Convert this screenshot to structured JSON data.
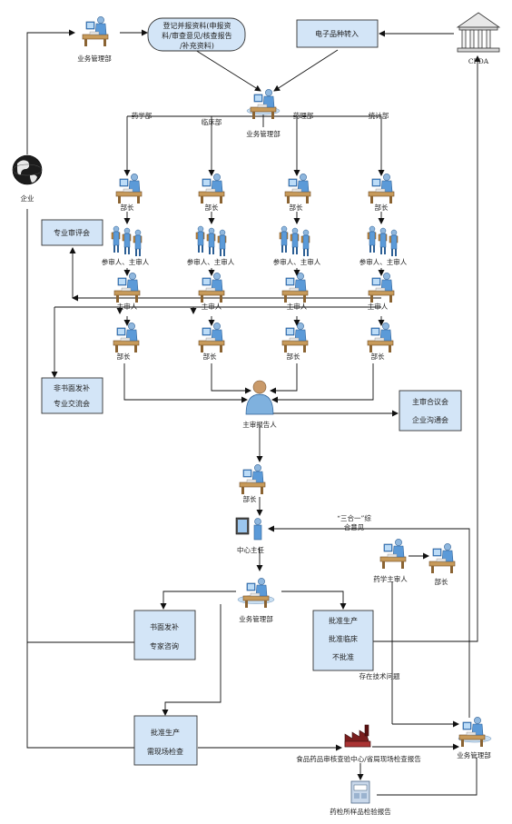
{
  "nodes": {
    "biz_dept_top": "业务管理部",
    "register": [
      "登记并报资料(申报资",
      "料/审查意见/核查报告",
      "/补充资料)"
    ],
    "ectd": "电子品种转入",
    "cfda": "CFDA",
    "biz_dept_center": "业务管理部",
    "company": "企业",
    "dept_pharm": "药学部",
    "dept_clinical": "临床部",
    "dept_pharmtox": "药理部",
    "dept_stats": "统计部",
    "minister": "部长",
    "reviewers": "参审人、主审人",
    "main_reviewer": "主审人",
    "expert_panel": "专业审评会",
    "non_written": [
      "非书面发补",
      "专业交流会"
    ],
    "main_reporter": "主审报告人",
    "joint_meeting": [
      "主审合议会",
      "企业沟通会"
    ],
    "center_director": "中心主任",
    "three_in_one": [
      "“三合一”综",
      "合意见"
    ],
    "pharm_main_reviewer": "药学主审人",
    "biz_dept_mid": "业务管理部",
    "written_supplement": [
      "书面发补",
      "专家咨询"
    ],
    "approve_options": [
      "批准生产",
      "批准临床",
      "不批准"
    ],
    "tech_issue": "存在技术问题",
    "approve_inspect": [
      "批准生产",
      "需现场检查"
    ],
    "inspection_report": "食品药品审核查验中心/省局现场检查报告",
    "lab_report": "药检所样品检验报告",
    "biz_dept_bottom": "业务管理部"
  }
}
